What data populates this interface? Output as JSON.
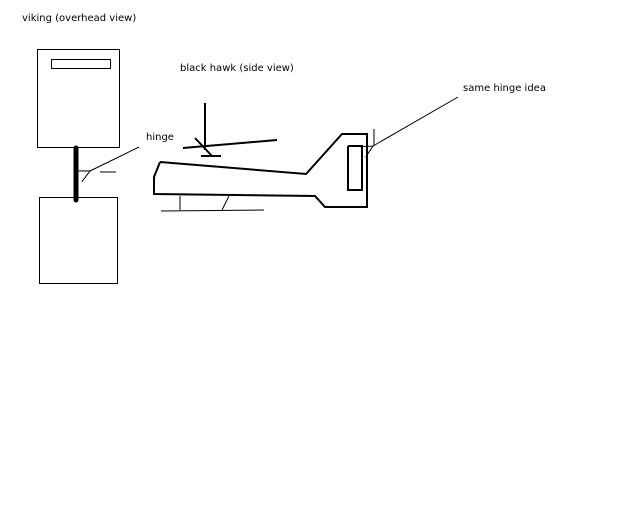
{
  "labels": {
    "viking": "viking (overhead view)",
    "blackhawk": "black hawk (side view)",
    "hinge": "hinge",
    "same_hinge": "same hinge idea"
  },
  "colors": {
    "background": "#ffffff",
    "ink": "#000000"
  }
}
